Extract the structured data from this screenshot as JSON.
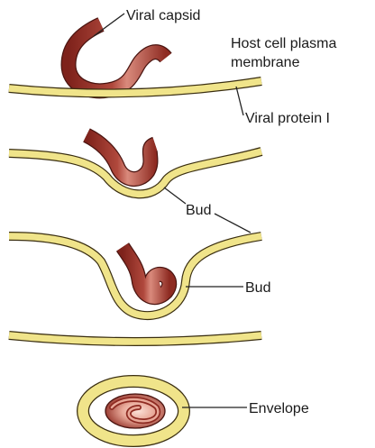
{
  "labels": {
    "viral_capsid": "Viral capsid",
    "host_membrane_line1": "Host cell plasma",
    "host_membrane_line2": "membrane",
    "viral_protein": "Viral protein I",
    "bud_1": "Bud",
    "bud_2": "Bud",
    "envelope": "Envelope"
  },
  "colors": {
    "membrane_fill": "#f0e48a",
    "membrane_edge": "#3a2e10",
    "capsid_dark": "#8e2b22",
    "capsid_light": "#f2c4b4",
    "capsid_edge": "#4a1410",
    "text": "#1a1a1a"
  }
}
